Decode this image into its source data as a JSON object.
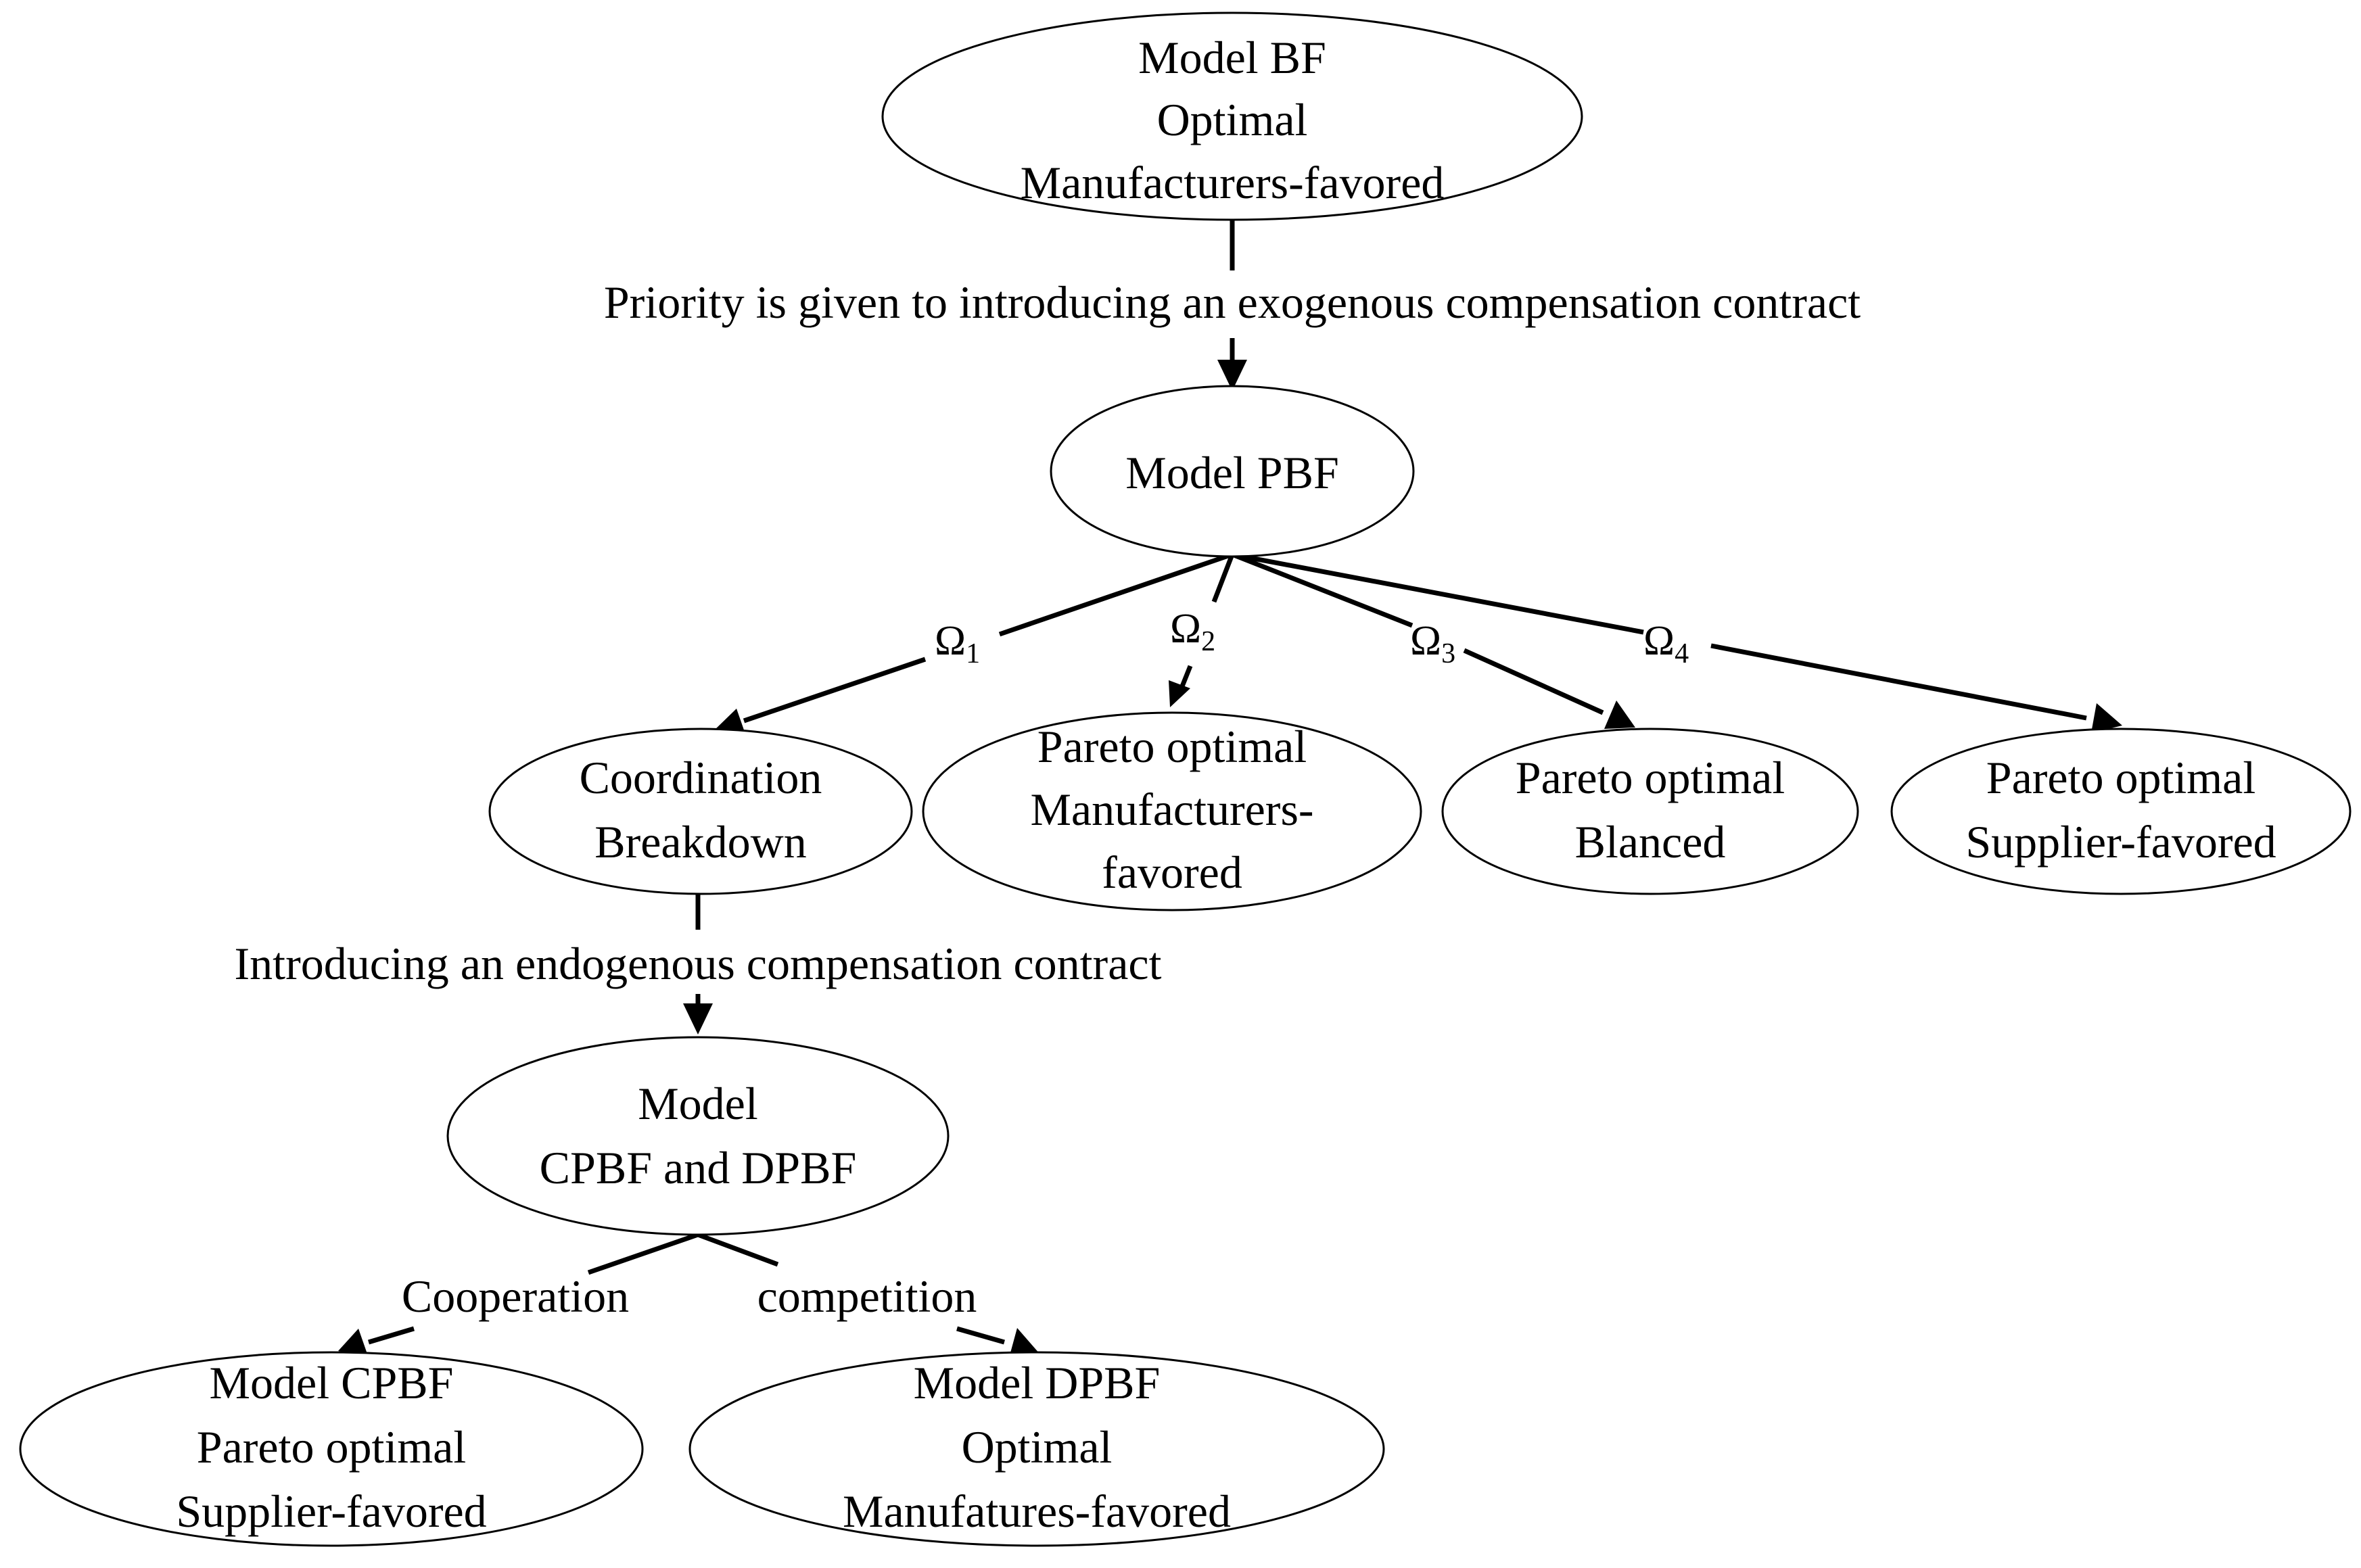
{
  "nodes": {
    "bf": {
      "lines": [
        "Model BF",
        "Optimal",
        "Manufacturers-favored"
      ]
    },
    "pbf": {
      "lines": [
        "Model PBF"
      ]
    },
    "coord": {
      "lines": [
        "Coordination",
        "Breakdown"
      ]
    },
    "pareto_mf": {
      "lines": [
        "Pareto optimal",
        "Manufacturers-",
        "favored"
      ]
    },
    "pareto_bal": {
      "lines": [
        "Pareto optimal",
        "Blanced"
      ]
    },
    "pareto_sf": {
      "lines": [
        "Pareto optimal",
        "Supplier-favored"
      ]
    },
    "cpbf_dpbf": {
      "lines": [
        "Model",
        "CPBF and DPBF"
      ]
    },
    "cpbf": {
      "lines": [
        "Model CPBF",
        "Pareto optimal",
        "Supplier-favored"
      ]
    },
    "dpbf": {
      "lines": [
        "Model DPBF",
        "Optimal",
        "Manufatures-favored"
      ]
    }
  },
  "edge_labels": {
    "exogenous": "Priority is given to introducing an exogenous compensation contract",
    "omega1": {
      "symbol": "Ω",
      "sub": "1"
    },
    "omega2": {
      "symbol": "Ω",
      "sub": "2"
    },
    "omega3": {
      "symbol": "Ω",
      "sub": "3"
    },
    "omega4": {
      "symbol": "Ω",
      "sub": "4"
    },
    "endogenous": "Introducing an endogenous compensation contract",
    "cooperation": "Cooperation",
    "competition": "competition"
  }
}
